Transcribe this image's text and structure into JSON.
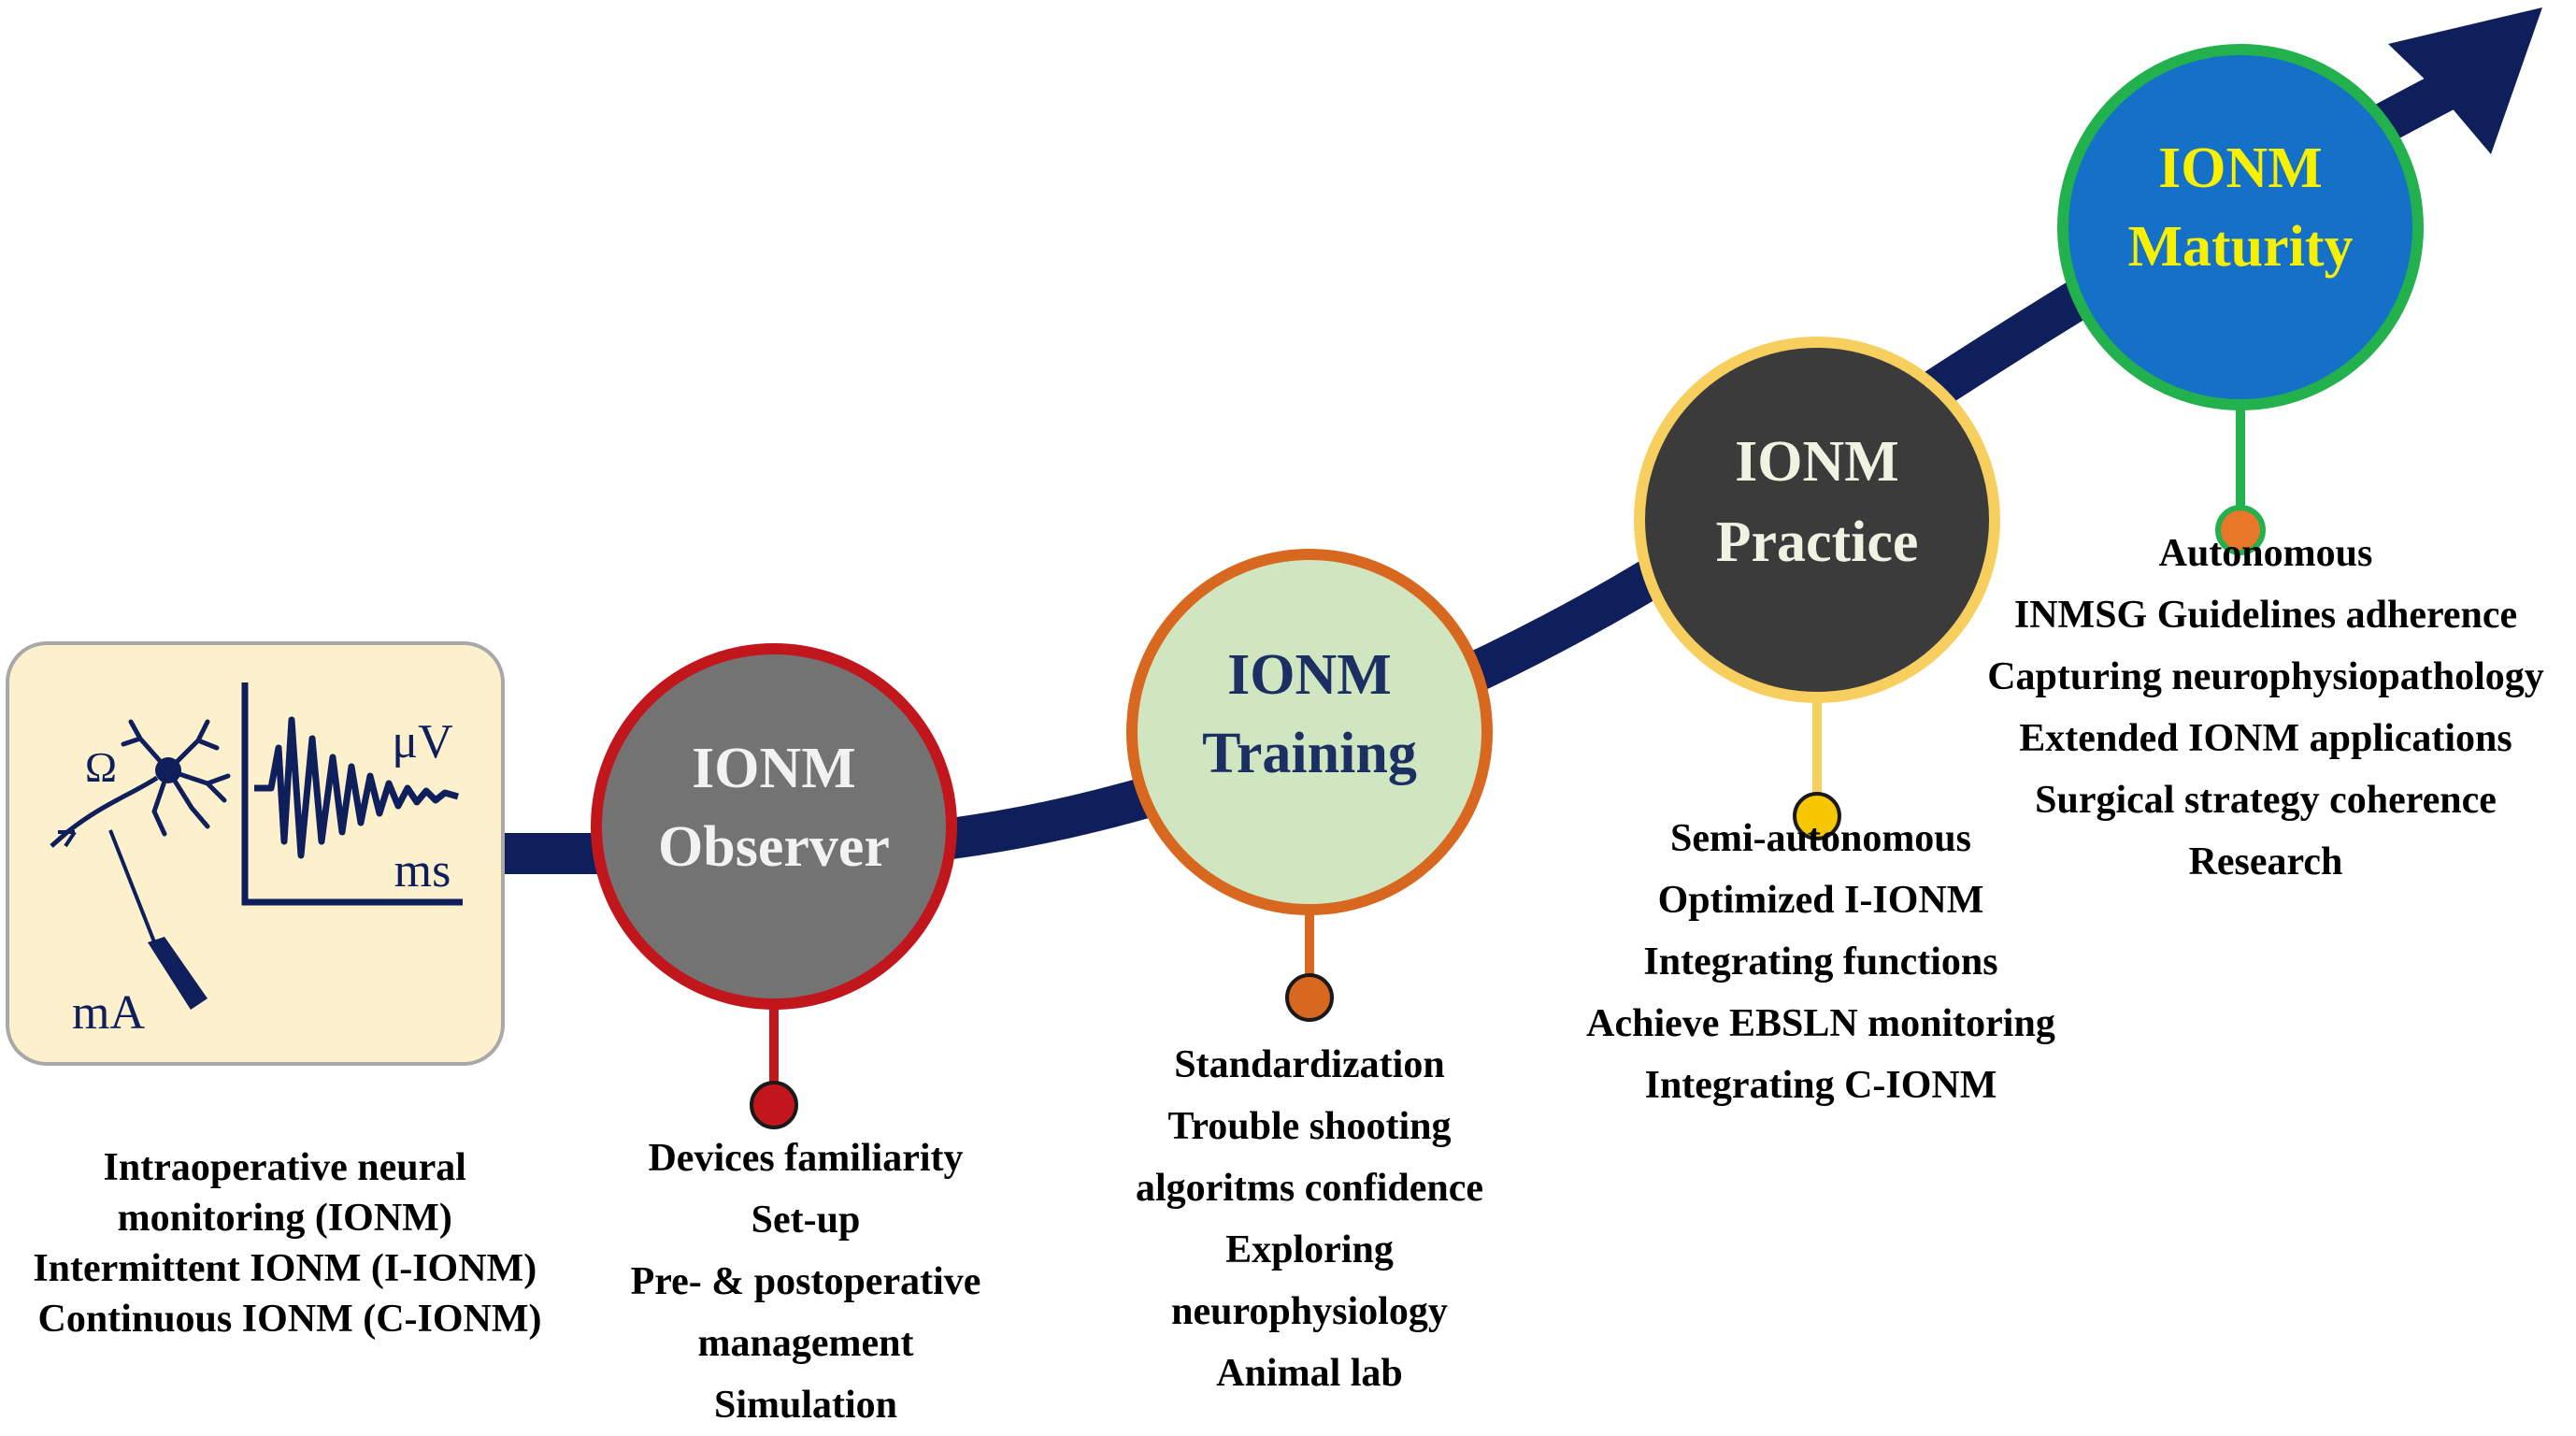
{
  "diagram": {
    "icon_box": {
      "symbols": {
        "ohm": "Ω",
        "microvolt": "μV",
        "milliseconds": "ms",
        "milliamp": "mA"
      },
      "description_lines": [
        "Intraoperative neural",
        "monitoring (IONM)",
        "Intermittent IONM (I-IONM)",
        "Continuous IONM (C-IONM)"
      ]
    },
    "stages": [
      {
        "id": "observer",
        "title_lines": [
          "IONM",
          "Observer"
        ],
        "fill": "#737373",
        "ring": "#c0161c",
        "title_color": "#f2f2f2",
        "dot": "#c0161c",
        "items": [
          "Devices familiarity",
          "Set-up",
          "Pre- & postoperative",
          "management",
          "Simulation"
        ]
      },
      {
        "id": "training",
        "title_lines": [
          "IONM",
          "Training"
        ],
        "fill": "#cfe6c0",
        "ring": "#d8681f",
        "title_color": "#1b2f63",
        "dot": "#d8681f",
        "items": [
          "Standardization",
          "Trouble shooting",
          "algoritms confidence",
          "Exploring",
          "neurophysiology",
          "Animal lab"
        ]
      },
      {
        "id": "practice",
        "title_lines": [
          "IONM",
          "Practice"
        ],
        "fill": "#3b3b3b",
        "ring": "#f7cf5e",
        "title_color": "#eef3e2",
        "dot": "#f6c600",
        "items": [
          "Semi-autonomous",
          "Optimized I-IONM",
          "Integrating functions",
          "Achieve EBSLN monitoring",
          "Integrating C-IONM"
        ]
      },
      {
        "id": "maturity",
        "title_lines": [
          "IONM",
          "Maturity"
        ],
        "fill": "#1570c7",
        "ring": "#22b14c",
        "title_color": "#f7f000",
        "dot": "#e8772a",
        "items": [
          "Autonomous",
          "INMSG Guidelines adherence",
          "Capturing neurophysiopathology",
          "Extended IONM applications",
          "Surgical strategy coherence",
          "Research"
        ]
      }
    ],
    "colors": {
      "arrow": "#0f1f5c",
      "icon_box_fill": "#fdf0cc",
      "icon_box_border": "#a8a8a8",
      "icon_line": "#0f1f5c",
      "maturity_dot_ring": "#22b14c"
    }
  }
}
